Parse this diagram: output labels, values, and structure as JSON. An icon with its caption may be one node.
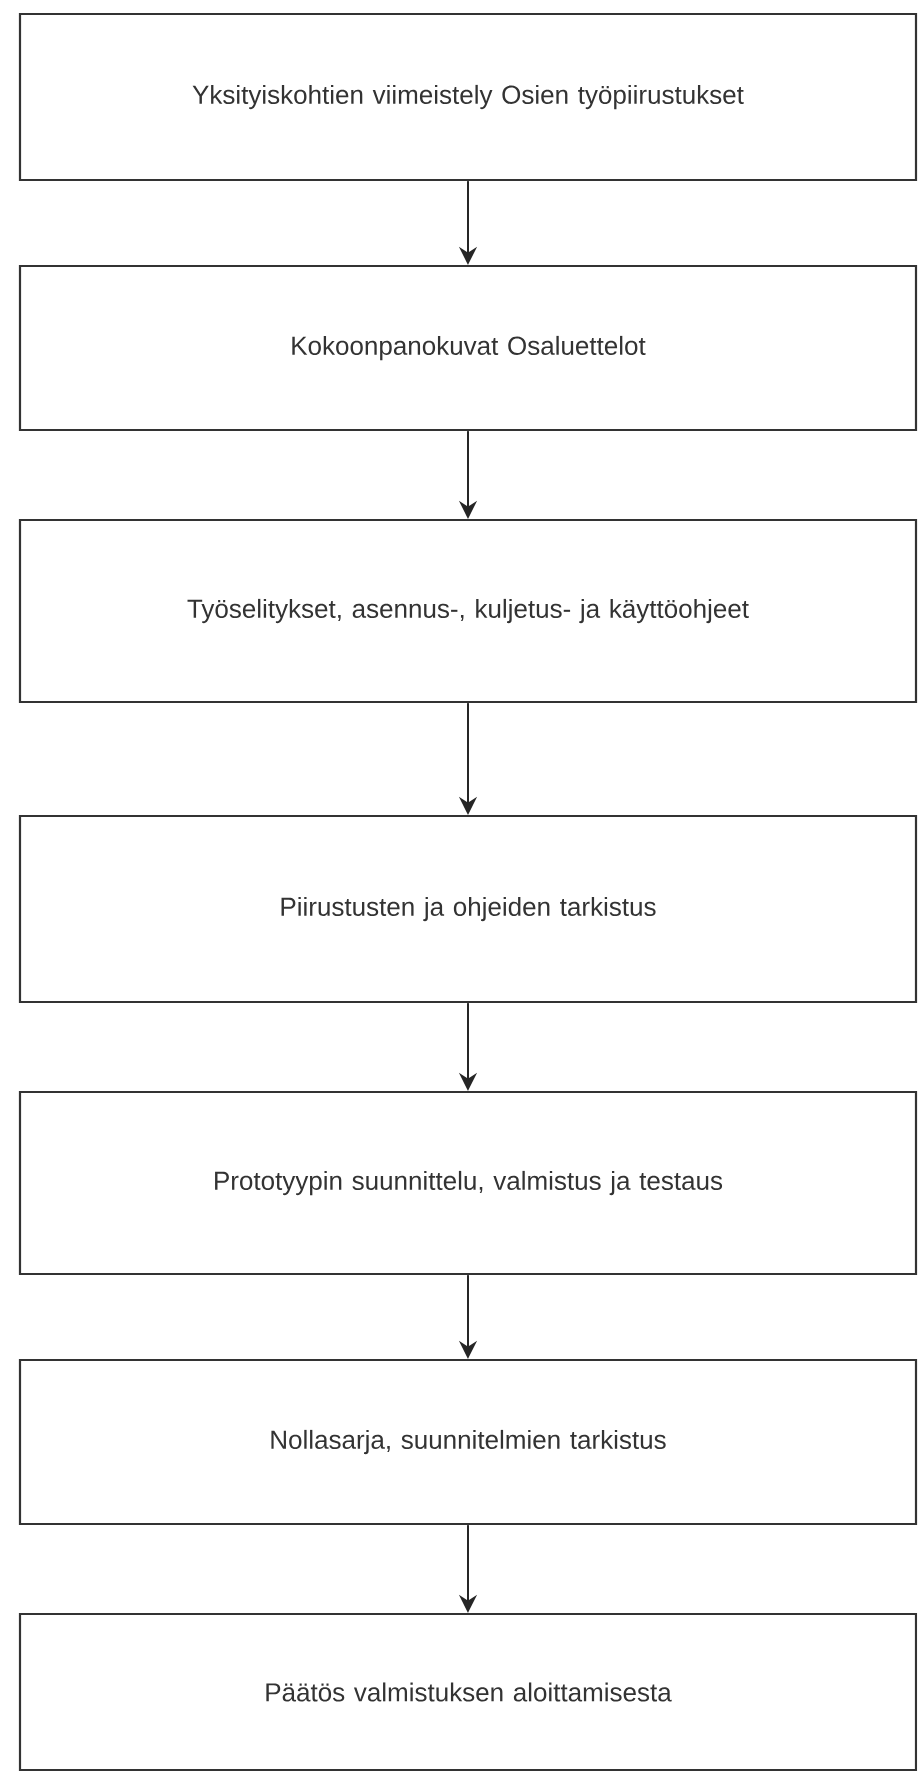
{
  "diagram": {
    "nodes": [
      {
        "text": [
          "Yksityiskohtien viimeistely Osien työpiirustukset"
        ]
      },
      {
        "text": [
          "Kokoonpanokuvat Osaluettelot"
        ]
      },
      {
        "text": [
          "Työselitykset, asennus-, kuljetus- ja käyttöohjeet"
        ]
      },
      {
        "text": [
          "Piirustusten ja ohjeiden tarkistus"
        ]
      },
      {
        "text": [
          "Prototyypin suunnittelu, valmistus ja testaus"
        ]
      },
      {
        "text": [
          "Nollasarja, suunnitelmien tarkistus"
        ]
      },
      {
        "text": [
          "Päätös valmistuksen aloittamisesta"
        ]
      }
    ],
    "edges": [
      {
        "from": 0,
        "to": 1,
        "arrow": "to"
      },
      {
        "from": 1,
        "to": 2,
        "arrow": "to"
      },
      {
        "from": 2,
        "to": 3,
        "arrow": "to"
      },
      {
        "from": 3,
        "to": 4,
        "arrow": "to"
      },
      {
        "from": 4,
        "to": 5,
        "arrow": "to"
      },
      {
        "from": 5,
        "to": 6,
        "arrow": "to"
      }
    ]
  }
}
